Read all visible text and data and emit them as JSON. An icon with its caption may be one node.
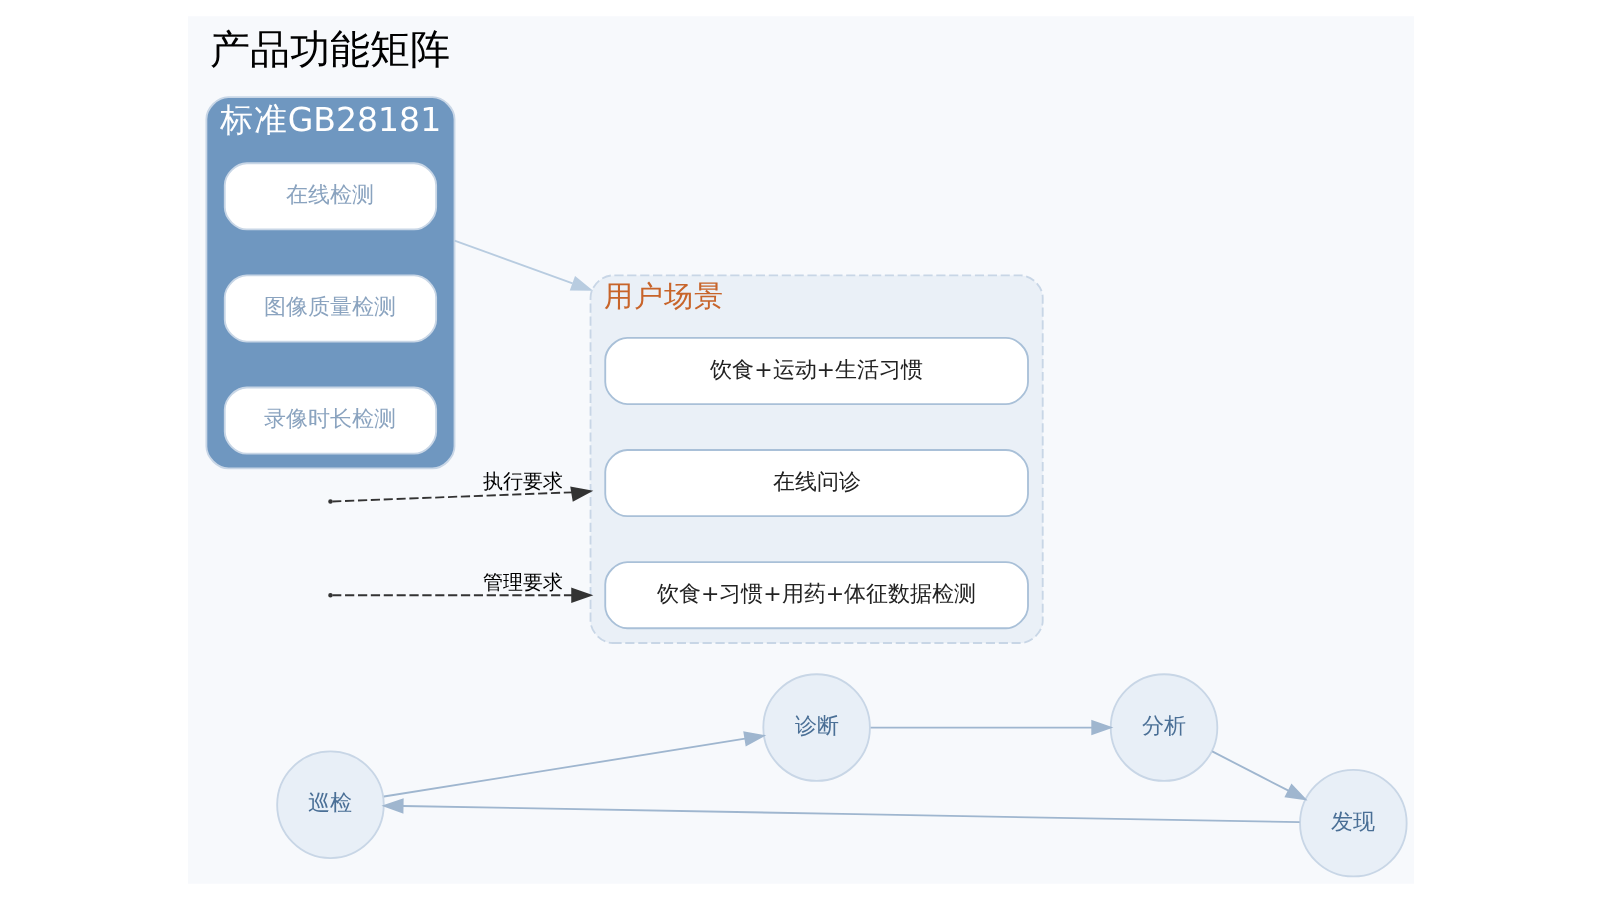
{
  "diagram": {
    "title": "产品功能矩阵",
    "nodes": [
      {
        "text": [
          "巡检"
        ]
      },
      {
        "text": [
          "诊断"
        ]
      },
      {
        "text": [
          "分析"
        ]
      },
      {
        "text": [
          "发现"
        ]
      },
      {
        "text": [
          "标准GB28181"
        ]
      },
      {
        "text": [
          "在线检测"
        ],
        "in": 4
      },
      {
        "text": [
          "图像质量检测"
        ],
        "in": 4
      },
      {
        "text": [
          "录像时长检测"
        ],
        "in": 4
      },
      {
        "text": [
          "用户场景"
        ]
      },
      {
        "text": [
          "在线问诊"
        ],
        "in": 8
      },
      {
        "text": [
          "饮食+习惯+用药+体征数据检测"
        ],
        "in": 8
      },
      {
        "text": [
          "饮食+运动+生活习惯"
        ],
        "in": 8
      }
    ],
    "edges": [
      {
        "from": 0,
        "to": 1,
        "arrow": "to"
      },
      {
        "from": 1,
        "to": 2,
        "arrow": "to"
      },
      {
        "from": 2,
        "to": 3,
        "arrow": "to"
      },
      {
        "from": 3,
        "to": 0,
        "arrow": "to"
      },
      {
        "from": null,
        "to": 8,
        "arrow": "to",
        "label": "执行要求",
        "style": "dashed",
        "color": "#333333"
      },
      {
        "from": null,
        "to": 8,
        "arrow": "to",
        "label": "管理要求",
        "style": "dashed",
        "color": "#333333"
      },
      {
        "from": 4,
        "to": 8,
        "arrow": "to",
        "color": "#b8cce0"
      }
    ]
  }
}
